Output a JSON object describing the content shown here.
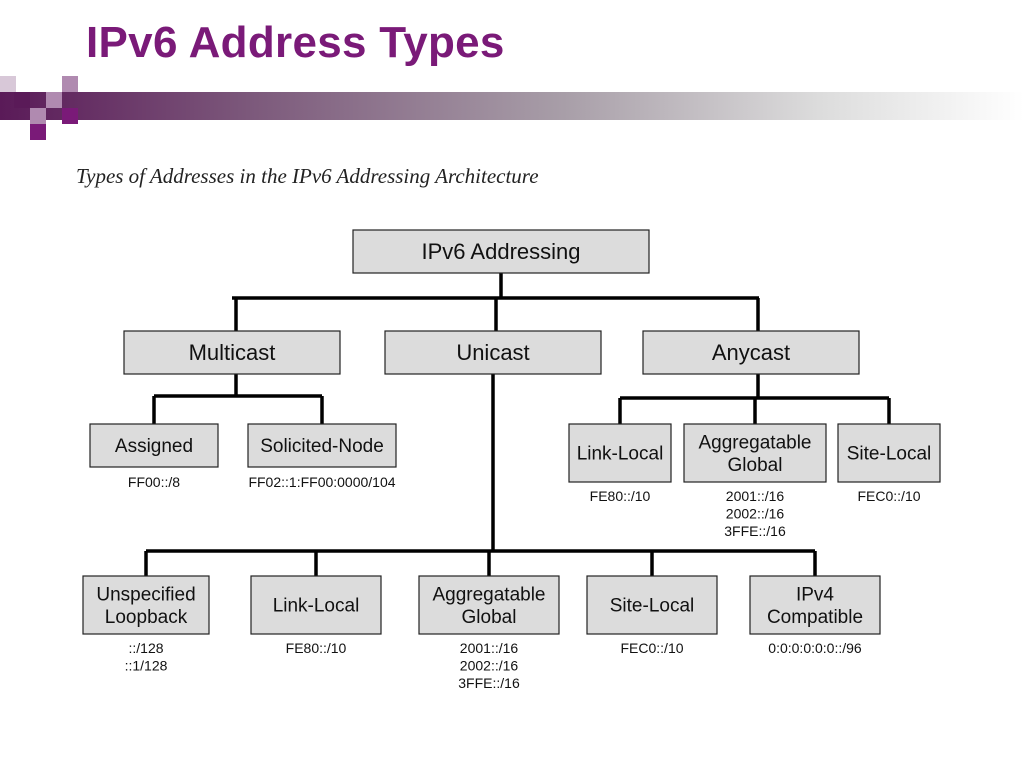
{
  "slide": {
    "title": "IPv6 Address Types",
    "caption": "Types of Addresses in the IPv6 Addressing Architecture",
    "accent_color": "#7a1a78"
  },
  "diagram": {
    "root": "IPv6 Addressing",
    "level1": [
      "Multicast",
      "Unicast",
      "Anycast"
    ],
    "multicast_children": [
      {
        "label": [
          "Assigned"
        ],
        "addresses": [
          "FF00::/8"
        ]
      },
      {
        "label": [
          "Solicited-Node"
        ],
        "addresses": [
          "FF02::1:FF00:0000/104"
        ]
      }
    ],
    "anycast_children": [
      {
        "label": [
          "Link-Local"
        ],
        "addresses": [
          "FE80::/10"
        ]
      },
      {
        "label": [
          "Aggregatable",
          "Global"
        ],
        "addresses": [
          "2001::/16",
          "2002::/16",
          "3FFE::/16"
        ]
      },
      {
        "label": [
          "Site-Local"
        ],
        "addresses": [
          "FEC0::/10"
        ]
      }
    ],
    "unicast_children": [
      {
        "label": [
          "Unspecified",
          "Loopback"
        ],
        "addresses": [
          "::/128",
          "::1/128"
        ]
      },
      {
        "label": [
          "Link-Local"
        ],
        "addresses": [
          "FE80::/10"
        ]
      },
      {
        "label": [
          "Aggregatable",
          "Global"
        ],
        "addresses": [
          "2001::/16",
          "2002::/16",
          "3FFE::/16"
        ]
      },
      {
        "label": [
          "Site-Local"
        ],
        "addresses": [
          "FEC0::/10"
        ]
      },
      {
        "label": [
          "IPv4",
          "Compatible"
        ],
        "addresses": [
          "0:0:0:0:0:0::/96"
        ]
      }
    ]
  }
}
